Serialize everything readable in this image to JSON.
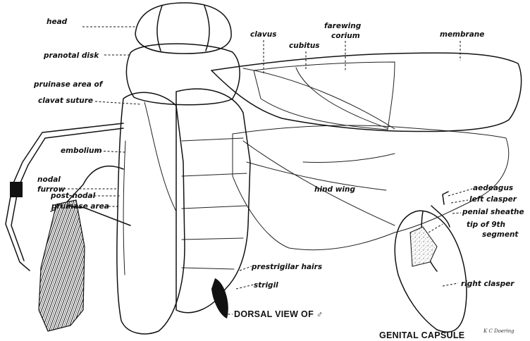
{
  "labels": {
    "head": "head",
    "pronotal_disk": "pranotal disk",
    "pruinose_area_line1": "pruinase area of",
    "pruinose_area_line2": "clavat suture",
    "embolium": "embolium",
    "nodal_furrow_line1": "nodal",
    "nodal_furrow_line2": "furrow",
    "post_nodal_line1": "post-nodal",
    "post_nodal_line2": "pruinase area",
    "clavus": "clavus",
    "cubitus": "cubitus",
    "forewing": "farewing",
    "corium": "corium",
    "membrane": "membrane",
    "hind_wing": "hind wing",
    "aedeagus": "aedeagus",
    "left_clasper": "left clasper",
    "penial_sheathe": "penial sheathe",
    "tip_of_9th_line1": "tip of 9th",
    "tip_of_9th_line2": "segment",
    "right_clasper": "right clasper",
    "prestrigilar_hairs": "prestrigilar hairs",
    "strigil": "strigil"
  },
  "captions": {
    "dorsal_view": "DORSAL VIEW OF ♂",
    "genital_capsule": "GENITAL CAPSULE"
  },
  "signature": "K C Doering"
}
